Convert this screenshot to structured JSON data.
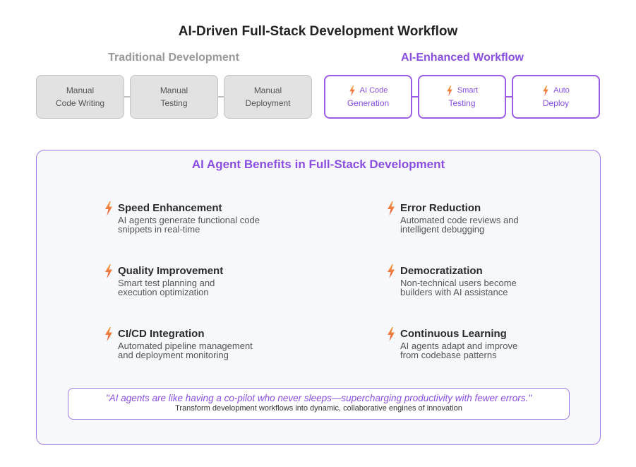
{
  "title": "AI-Driven Full-Stack Development Workflow",
  "traditional": {
    "heading": "Traditional Development",
    "steps": [
      {
        "line1": "Manual",
        "line2": "Code Writing"
      },
      {
        "line1": "Manual",
        "line2": "Testing"
      },
      {
        "line1": "Manual",
        "line2": "Deployment"
      }
    ]
  },
  "ai_workflow": {
    "heading": "AI-Enhanced Workflow",
    "steps": [
      {
        "line1": "AI Code",
        "line2": "Generation",
        "icon": "lightning-bolt-icon"
      },
      {
        "line1": "Smart",
        "line2": "Testing",
        "icon": "lightning-bolt-icon"
      },
      {
        "line1": "Auto",
        "line2": "Deploy",
        "icon": "lightning-bolt-icon"
      }
    ]
  },
  "benefits": {
    "heading": "AI Agent Benefits in Full-Stack Development",
    "items": [
      {
        "title": "Speed Enhancement",
        "desc_line1": "AI agents generate functional code",
        "desc_line2": "snippets in real-time"
      },
      {
        "title": "Error Reduction",
        "desc_line1": "Automated code reviews and",
        "desc_line2": "intelligent debugging"
      },
      {
        "title": "Quality Improvement",
        "desc_line1": "Smart test planning and",
        "desc_line2": "execution optimization"
      },
      {
        "title": "Democratization",
        "desc_line1": "Non-technical users become",
        "desc_line2": "builders with AI assistance"
      },
      {
        "title": "CI/CD Integration",
        "desc_line1": "Automated pipeline management",
        "desc_line2": "and deployment monitoring"
      },
      {
        "title": "Continuous Learning",
        "desc_line1": "AI agents adapt and improve",
        "desc_line2": "from codebase patterns"
      }
    ]
  },
  "quote": {
    "text": "\"AI agents are like having a co-pilot who never sleeps—supercharging productivity with fewer errors.\"",
    "subtitle": "Transform development workflows into dynamic, collaborative engines of innovation"
  },
  "colors": {
    "accent_purple": "#8a4fe0",
    "bolt_orange": "#f28c38",
    "bolt_red": "#e8502f",
    "traditional_gray": "#e2e2e2"
  }
}
